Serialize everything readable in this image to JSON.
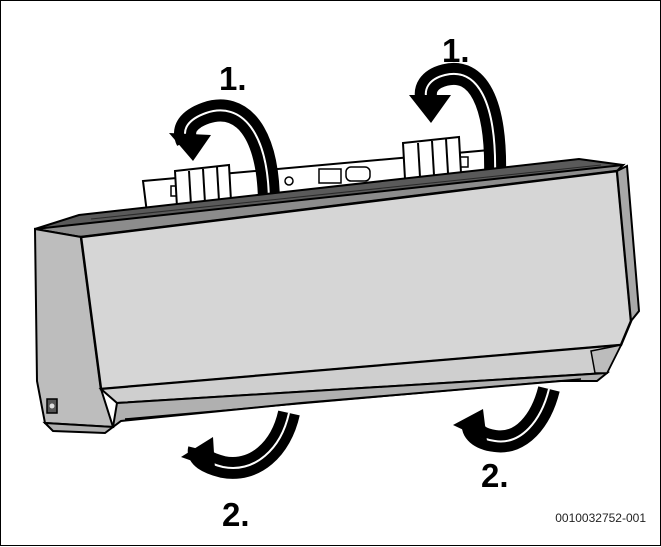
{
  "labels": {
    "step_1_left": "1.",
    "step_1_right": "1.",
    "step_2_right": "2.",
    "step_2_left": "2."
  },
  "figure_id": "0010032752-001",
  "colors": {
    "unit_body": "#d9d9d9",
    "unit_shadow": "#9a9a9a",
    "arrow": "#000000",
    "bracket": "#ffffff"
  }
}
